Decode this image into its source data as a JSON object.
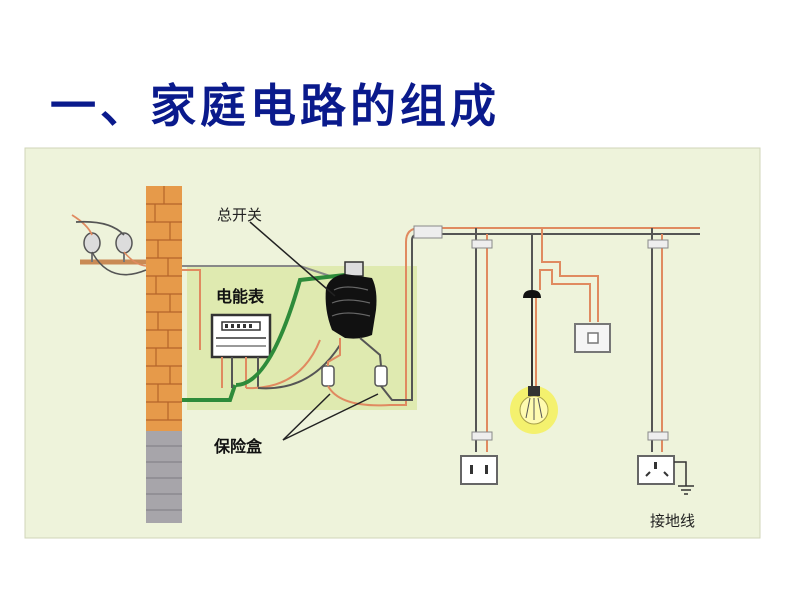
{
  "title": "一、家庭电路的组成",
  "labels": {
    "main_switch": "总开关",
    "meter": "电能表",
    "fuse_box": "保险盒",
    "ground_wire": "接地线"
  },
  "colors": {
    "title": "#0a1a8c",
    "panel": "#eef3db",
    "highlight": "#dfeab0",
    "brick": "#e69a4a",
    "wall_grey": "#a7a5aa",
    "live_wire": "#e08a60",
    "neutral_wire": "#555555",
    "ground_wire": "#2e8b3a",
    "bulb_glow": "#f4f05a"
  }
}
